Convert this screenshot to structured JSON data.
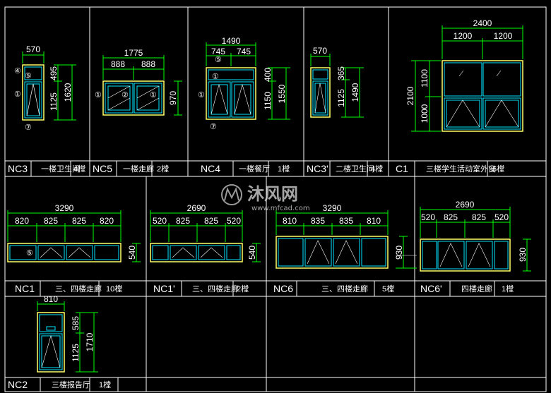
{
  "colors": {
    "frame": "#ffff66",
    "sash": "#00e5ff",
    "dim": "#00ff00",
    "text": "#ffffff",
    "grid": "#ffffff",
    "marker": "#ffffff"
  },
  "items": [
    {
      "id": "nc3",
      "code": "NC3",
      "location": "一楼卫生间",
      "qty": "4樘",
      "width": "570",
      "heights": [
        "495",
        "1125"
      ],
      "total_height": "1620",
      "markers": [
        "④",
        "⑤",
        "①",
        "⑦"
      ]
    },
    {
      "id": "nc5",
      "code": "NC5",
      "location": "一楼走廊",
      "qty": "2樘",
      "width": "1775",
      "widths": [
        "888",
        "888"
      ],
      "total_height": "970",
      "markers": [
        "①",
        "②",
        "①"
      ]
    },
    {
      "id": "nc4",
      "code": "NC4",
      "location": "一楼餐厅",
      "qty": "1樘",
      "width": "1490",
      "widths": [
        "745",
        "745"
      ],
      "heights": [
        "400",
        "1150"
      ],
      "total_height": "1550",
      "markers": [
        "⑤",
        "①",
        "①",
        "⑦"
      ]
    },
    {
      "id": "nc3p",
      "code": "NC3'",
      "location": "二楼卫生间",
      "qty": "4樘",
      "width": "570",
      "heights": [
        "365",
        "1125"
      ],
      "total_height": "1490"
    },
    {
      "id": "c1",
      "code": "C1",
      "location": "三楼学生活动室外窗",
      "qty": "6樘",
      "width": "2400",
      "widths": [
        "1200",
        "1200"
      ],
      "heights": [
        "1100",
        "1000"
      ],
      "total_height": "2100"
    },
    {
      "id": "nc1",
      "code": "NC1",
      "location": "三、四楼走廊",
      "qty": "10樘",
      "width": "3290",
      "widths": [
        "820",
        "825",
        "825",
        "820"
      ],
      "total_height": "540",
      "markers": [
        "⑤"
      ]
    },
    {
      "id": "nc1p",
      "code": "NC1'",
      "location": "三、四楼走廊",
      "qty": "2樘",
      "width": "2690",
      "widths": [
        "520",
        "825",
        "825",
        "520"
      ],
      "total_height": "540"
    },
    {
      "id": "nc6",
      "code": "NC6",
      "location": "三、四楼走廊",
      "qty": "5樘",
      "width": "3290",
      "widths": [
        "810",
        "835",
        "835",
        "810"
      ],
      "total_height": "930"
    },
    {
      "id": "nc6p",
      "code": "NC6'",
      "location": "四楼走廊",
      "qty": "1樘",
      "width": "2690",
      "widths": [
        "520",
        "825",
        "825",
        "520"
      ],
      "total_height": "930"
    },
    {
      "id": "nc2",
      "code": "NC2",
      "location": "三楼报告厅",
      "qty": "1樘",
      "width": "810",
      "heights": [
        "585",
        "1125"
      ],
      "total_height": "1710"
    }
  ],
  "watermark": {
    "brand": "沐风网",
    "url": "www.mfcad.com"
  }
}
